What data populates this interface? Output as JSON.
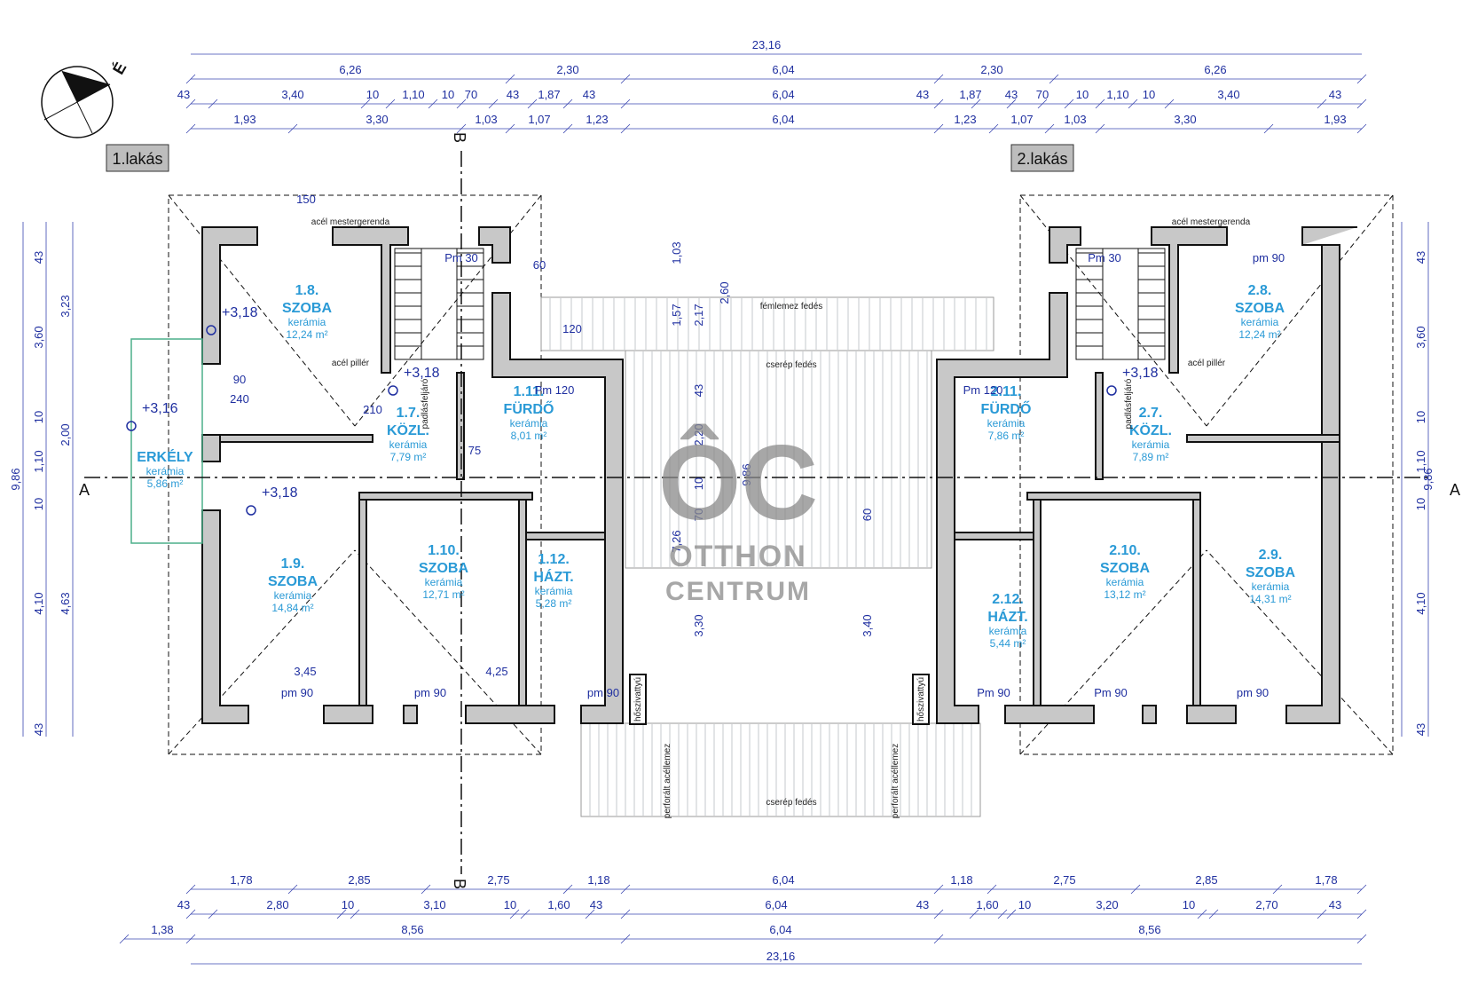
{
  "top_dims": {
    "overall": "23,16",
    "row2": [
      "6,26",
      "2,30",
      "6,04",
      "2,30",
      "6,26"
    ],
    "row3": [
      "43",
      "3,40",
      "10",
      "1,10",
      "10",
      "70",
      "43",
      "1,87",
      "43",
      "6,04",
      "43",
      "1,87",
      "43",
      "70",
      "10",
      "1,10",
      "10",
      "3,40",
      "43"
    ],
    "row4": [
      "1,93",
      "3,30",
      "1,03",
      "1,07",
      "1,23",
      "6,04",
      "1,23",
      "1,07",
      "1,03",
      "3,30",
      "1,93"
    ]
  },
  "bottom_dims": {
    "row1": [
      "1,78",
      "2,85",
      "2,75",
      "1,18",
      "6,04",
      "1,18",
      "2,75",
      "2,85",
      "1,78"
    ],
    "row2": [
      "43",
      "2,80",
      "10",
      "3,10",
      "10",
      "1,60",
      "43",
      "6,04",
      "43",
      "1,60",
      "10",
      "3,20",
      "10",
      "2,70",
      "43"
    ],
    "row3": [
      "1,38",
      "8,56",
      "6,04",
      "8,56"
    ],
    "overall": "23,16"
  },
  "left_dims": {
    "outer": "9,86",
    "mid": [
      "43",
      "3,60",
      "10",
      "1,10",
      "10",
      "4,10",
      "43"
    ],
    "inner": [
      "3,23",
      "2,00",
      "4,63"
    ]
  },
  "right_dims": {
    "outer": "9,86",
    "mid": [
      "43",
      "3,60",
      "10",
      "1,10",
      "10",
      "4,10",
      "43"
    ]
  },
  "section_marks": {
    "a": "A",
    "b": "B"
  },
  "unit_labels": {
    "unit1": "1.lakás",
    "unit2": "2.lakás"
  },
  "north_label": "É",
  "rooms": [
    {
      "id": "1.8.",
      "name": "SZOBA",
      "finish": "kerámia",
      "area": "12,24 m²"
    },
    {
      "id": "1.7.",
      "name": "KÖZL.",
      "finish": "kerámia",
      "area": "7,79 m²"
    },
    {
      "id": "1.11.",
      "name": "FÜRDŐ",
      "finish": "kerámia",
      "area": "8,01 m²"
    },
    {
      "id": "",
      "name": "ERKÉLY",
      "finish": "kerámia",
      "area": "5,86 m²"
    },
    {
      "id": "1.9.",
      "name": "SZOBA",
      "finish": "kerámia",
      "area": "14,84 m²"
    },
    {
      "id": "1.10.",
      "name": "SZOBA",
      "finish": "kerámia",
      "area": "12,71 m²"
    },
    {
      "id": "1.12.",
      "name": "HÁZT.",
      "finish": "kerámia",
      "area": "5,28 m²"
    },
    {
      "id": "2.8.",
      "name": "SZOBA",
      "finish": "kerámia",
      "area": "12,24 m²"
    },
    {
      "id": "2.11.",
      "name": "FÜRDŐ",
      "finish": "kerámia",
      "area": "7,86 m²"
    },
    {
      "id": "2.7.",
      "name": "KÖZL.",
      "finish": "kerámia",
      "area": "7,89 m²"
    },
    {
      "id": "2.10.",
      "name": "SZOBA",
      "finish": "kerámia",
      "area": "13,12 m²"
    },
    {
      "id": "2.9.",
      "name": "SZOBA",
      "finish": "kerámia",
      "area": "14,31 m²"
    },
    {
      "id": "2.12.",
      "name": "HÁZT.",
      "finish": "kerámia",
      "area": "5,44 m²"
    }
  ],
  "levels": [
    "+3,18",
    "+3,18",
    "+3,16",
    "+3,18",
    "+3,18"
  ],
  "notes": {
    "steel_beam": "acél mestergerenda",
    "steel_pillar": "acél pillér",
    "metal_roof": "fémlemez fedés",
    "tile_roof": "cserép fedés",
    "perforated": "perforált acéllemez",
    "chimney": "hőszivattyú",
    "attic_ladder": "padlásfeljáró"
  },
  "door_labels": [
    "pm 90",
    "pm 90",
    "pm 90",
    "Pm 90",
    "Pm 90",
    "pm 90",
    "pm 90",
    "Pm 30",
    "Pm 30",
    "Pm 120",
    "Pm 120",
    "90",
    "210",
    "240",
    "75",
    "60",
    "120",
    "150",
    "3,45",
    "4,25"
  ],
  "roof_dims": [
    "1,03",
    "1,57",
    "2,17",
    "2,60",
    "43",
    "2,20",
    "10",
    "70",
    "9,86",
    "7,26",
    "3,30",
    "3,40",
    "60"
  ],
  "watermark": {
    "logo": "ÔC",
    "line1": "OTTHON",
    "line2": "CENTRUM"
  }
}
